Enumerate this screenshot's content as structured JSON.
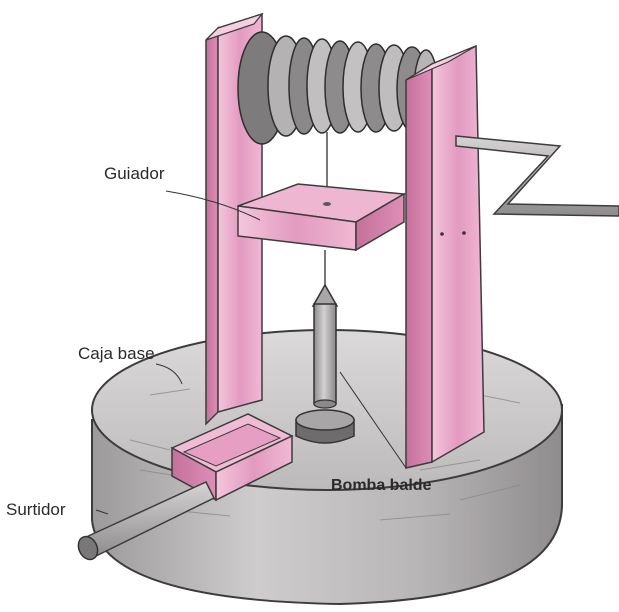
{
  "labels": {
    "guiador": "Guiador",
    "caja_base": "Caja base",
    "surtidor": "Surtidor",
    "bomba_balde": "Bomba balde"
  },
  "colors": {
    "frame_pink": "#e7a3c6",
    "frame_pink_dark": "#c86f9c",
    "base_gray": "#c6c3c4",
    "base_gray_dark": "#9b9899",
    "pipe_gray": "#b9b6b8",
    "outline": "#3c3c3c"
  }
}
